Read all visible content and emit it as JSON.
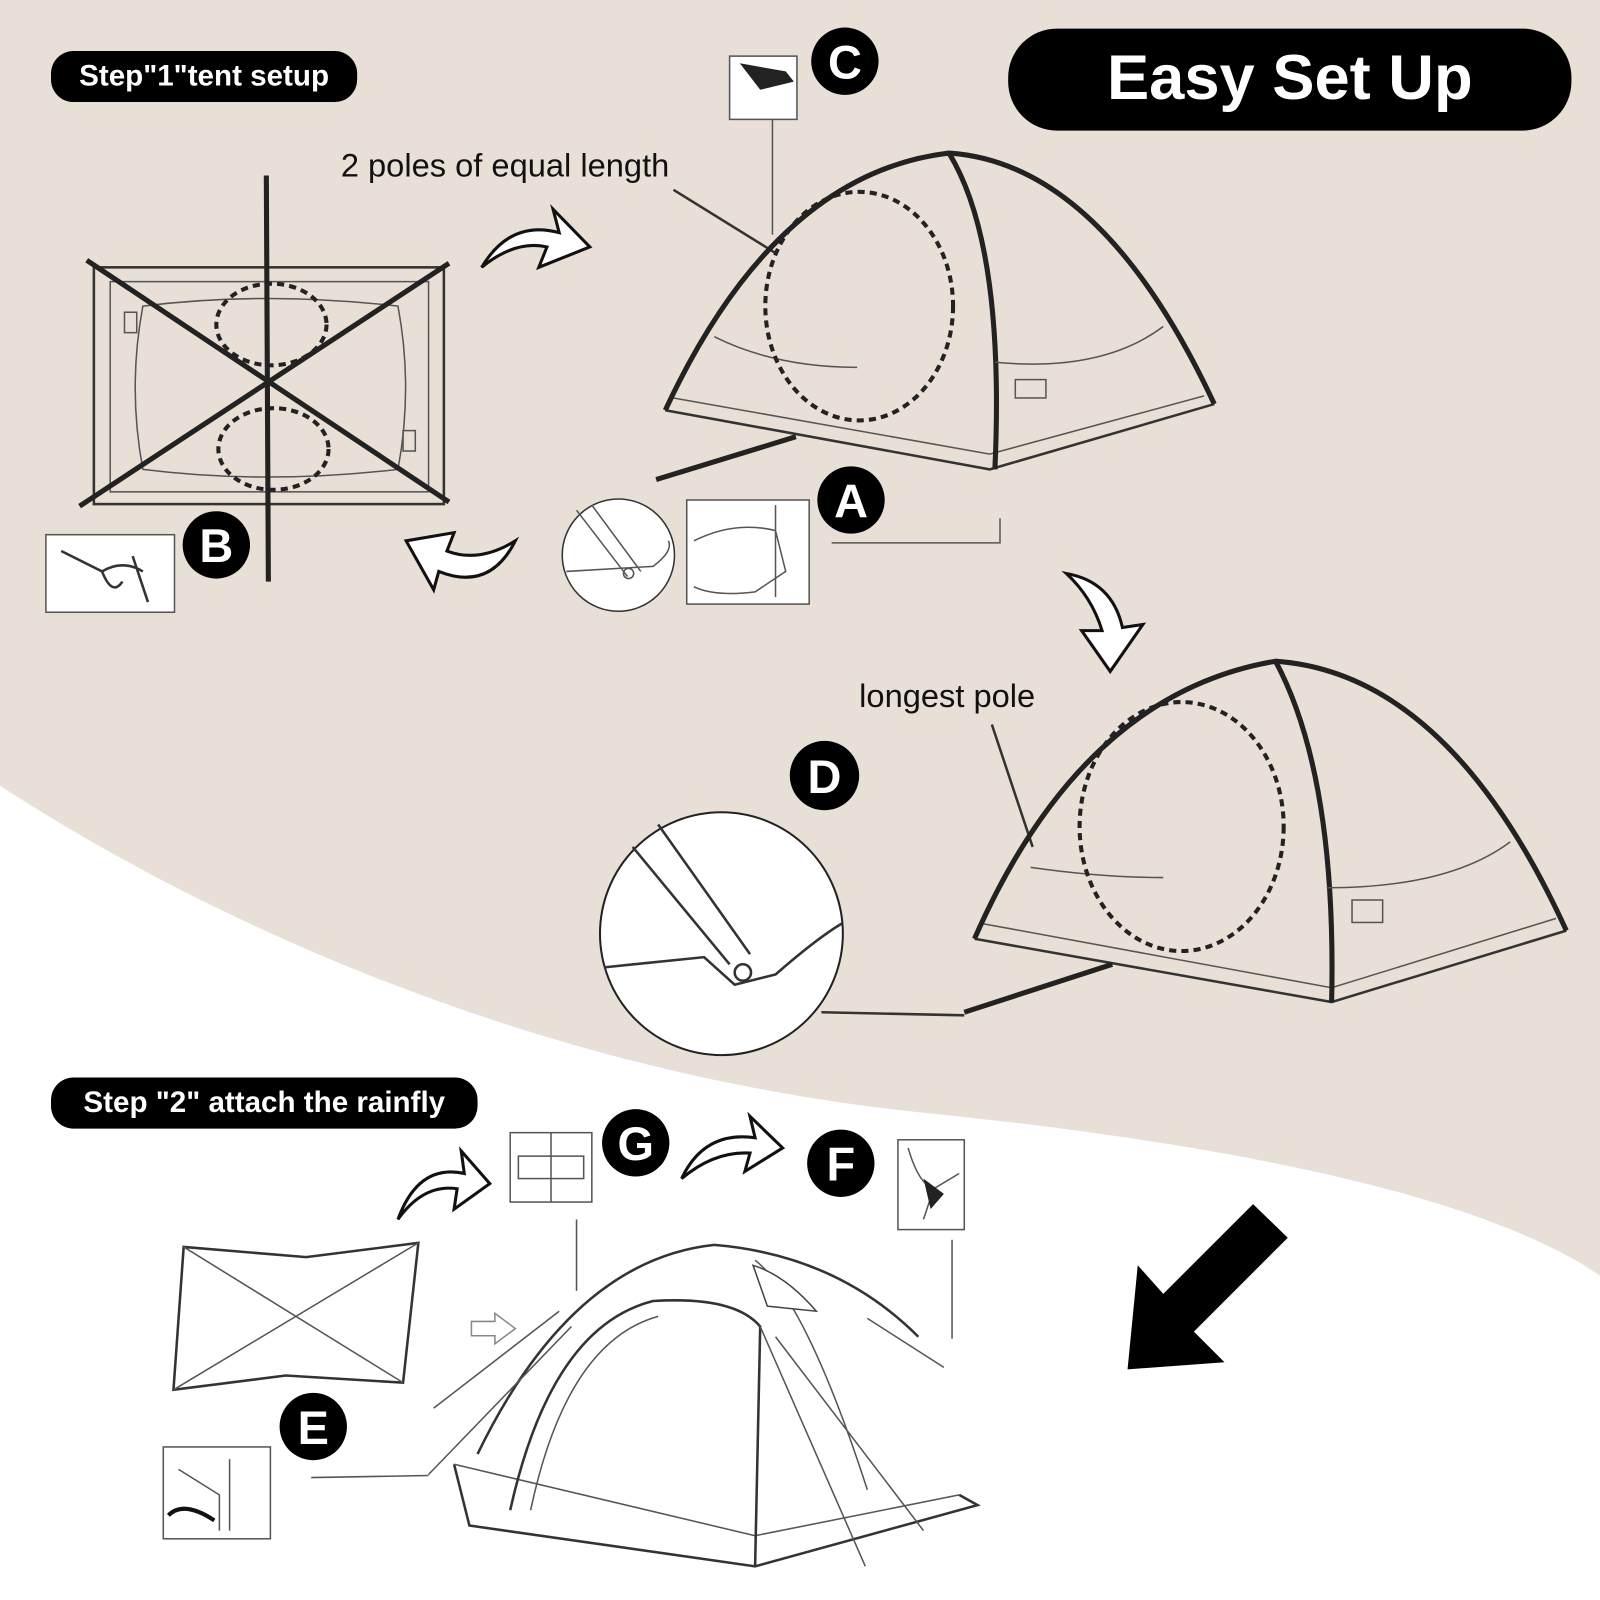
{
  "header": {
    "title": "Easy Set Up"
  },
  "step1": {
    "label": "Step\"1\"tent setup",
    "poles_note": "2 poles of equal length",
    "longest_pole_note": "longest pole"
  },
  "step2": {
    "label": "Step \"2\" attach the rainfly"
  },
  "badges": {
    "a": "A",
    "b": "B",
    "c": "C",
    "d": "D",
    "e": "E",
    "f": "F",
    "g": "G"
  },
  "colors": {
    "background": "#e8e0d7",
    "accent": "#000000",
    "paper": "#ffffff"
  }
}
